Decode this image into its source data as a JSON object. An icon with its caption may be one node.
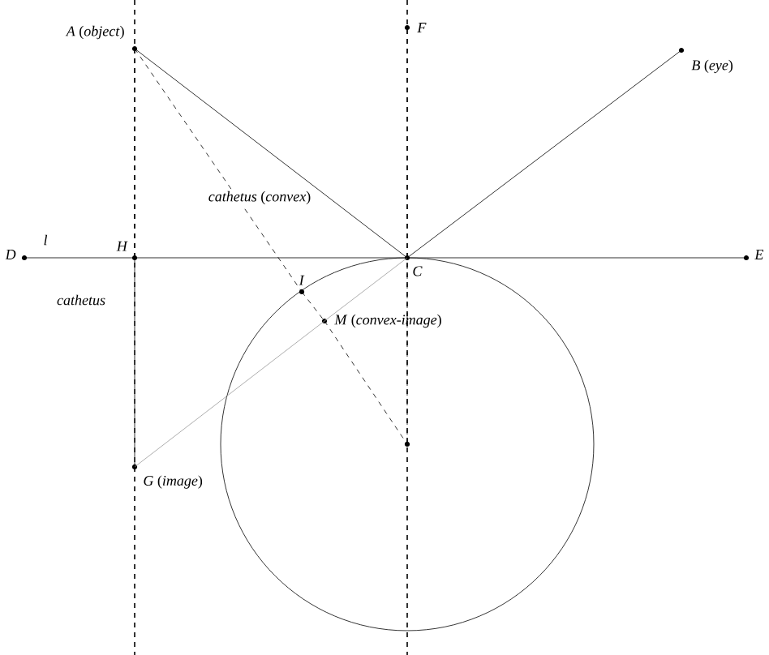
{
  "diagram": {
    "nodes": [
      {
        "text": [],
        "shape": "circle",
        "beside": [
          "*A* (*object*)"
        ]
      },
      {
        "text": [],
        "shape": "circle",
        "beside": [
          "*B* (*eye*)"
        ]
      },
      {
        "text": [],
        "shape": "circle",
        "beside": [
          "*C*"
        ]
      },
      {
        "text": [],
        "shape": "circle",
        "beside": [
          "*D*"
        ]
      },
      {
        "text": [],
        "shape": "circle",
        "beside": [
          "*E*"
        ]
      },
      {
        "text": [],
        "shape": "circle",
        "beside": [
          "*F*"
        ]
      },
      {
        "text": [],
        "shape": "circle",
        "beside": [
          "*H*"
        ]
      },
      {
        "text": [],
        "shape": "circle",
        "beside": [
          "*I*"
        ]
      },
      {
        "text": [],
        "shape": "circle",
        "beside": [
          "*M* (*convex-image*)"
        ]
      },
      {
        "text": [],
        "shape": "circle"
      },
      {
        "text": [],
        "shape": "circle",
        "beside": [
          "*G* (*image*)"
        ]
      }
    ],
    "edges": [
      {
        "from": 0,
        "to": 2,
        "arrow": "none"
      },
      {
        "from": 2,
        "to": 1,
        "arrow": "none"
      },
      {
        "from": 3,
        "to": 6,
        "arrow": "none"
      },
      {
        "from": 6,
        "to": 2,
        "arrow": "none"
      },
      {
        "from": 2,
        "to": 4,
        "arrow": "none"
      },
      {
        "from": 0,
        "to": 7,
        "arrow": "none",
        "style": "dashed"
      },
      {
        "from": 7,
        "to": 8,
        "arrow": "none",
        "style": "dashed"
      },
      {
        "from": 8,
        "to": 9,
        "arrow": "none",
        "style": "dashed"
      },
      {
        "from": 10,
        "to": 8,
        "arrow": "none",
        "color": "#999999"
      },
      {
        "from": 8,
        "to": 2,
        "arrow": "none",
        "color": "#999999"
      },
      {
        "from": 6,
        "to": 0,
        "arrow": "none",
        "style": "dashed"
      },
      {
        "from": 10,
        "to": 6,
        "arrow": "none",
        "style": "dashed"
      },
      {
        "from": 2,
        "to": 5,
        "arrow": "none",
        "style": "dashed"
      },
      {
        "from": 9,
        "to": 2,
        "arrow": "none",
        "style": "dashed"
      }
    ],
    "labels": [
      "*l*",
      "*cathetus* (*convex*)",
      "*cathetus*"
    ]
  }
}
